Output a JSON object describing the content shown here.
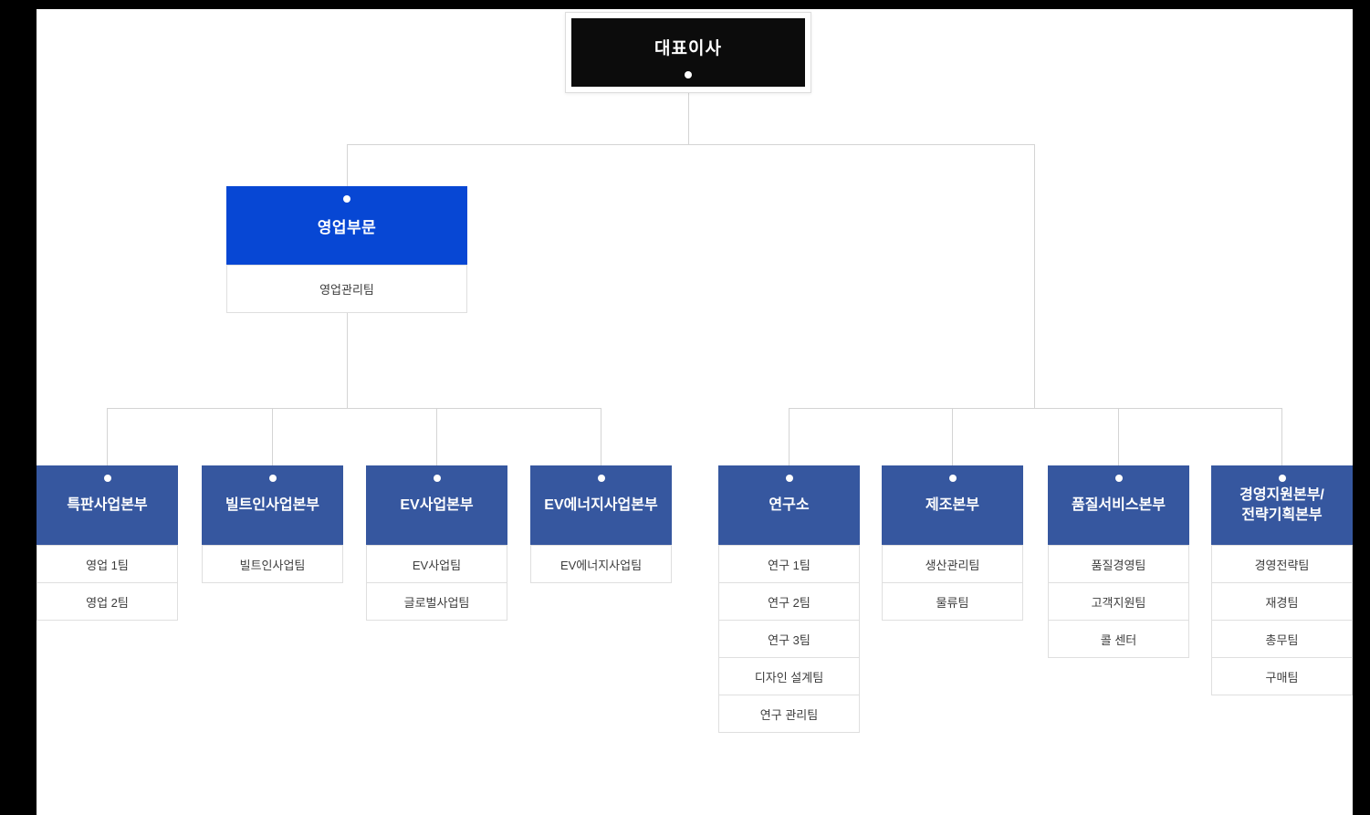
{
  "ceo": {
    "label": "대표이사"
  },
  "division": {
    "label": "영업부문",
    "teams": [
      "영업관리팀"
    ]
  },
  "departments": [
    {
      "label": "특판사업본부",
      "teams": [
        "영업 1팀",
        "영업 2팀"
      ]
    },
    {
      "label": "빌트인사업본부",
      "teams": [
        "빌트인사업팀"
      ]
    },
    {
      "label": "EV사업본부",
      "teams": [
        "EV사업팀",
        "글로벌사업팀"
      ]
    },
    {
      "label": "EV에너지사업본부",
      "teams": [
        "EV에너지사업팀"
      ]
    },
    {
      "label": "연구소",
      "teams": [
        "연구 1팀",
        "연구 2팀",
        "연구 3팀",
        "디자인 설계팀",
        "연구 관리팀"
      ]
    },
    {
      "label": "제조본부",
      "teams": [
        "생산관리팀",
        "물류팀"
      ]
    },
    {
      "label": "품질서비스본부",
      "teams": [
        "품질경영팀",
        "고객지원팀",
        "콜 센터"
      ]
    },
    {
      "label": "경영지원본부/전략기획본부",
      "teams": [
        "경영전략팀",
        "재경팀",
        "총무팀",
        "구매팀"
      ]
    }
  ],
  "colors": {
    "page_bg": "#000000",
    "content_bg": "#ffffff",
    "ceo_bg": "#0c0c0c",
    "division_bg": "#0747d4",
    "department_bg": "#36579f",
    "connector_line": "#d4d4d4",
    "box_border": "#dfdfdf",
    "team_text": "#3c3c3c"
  }
}
